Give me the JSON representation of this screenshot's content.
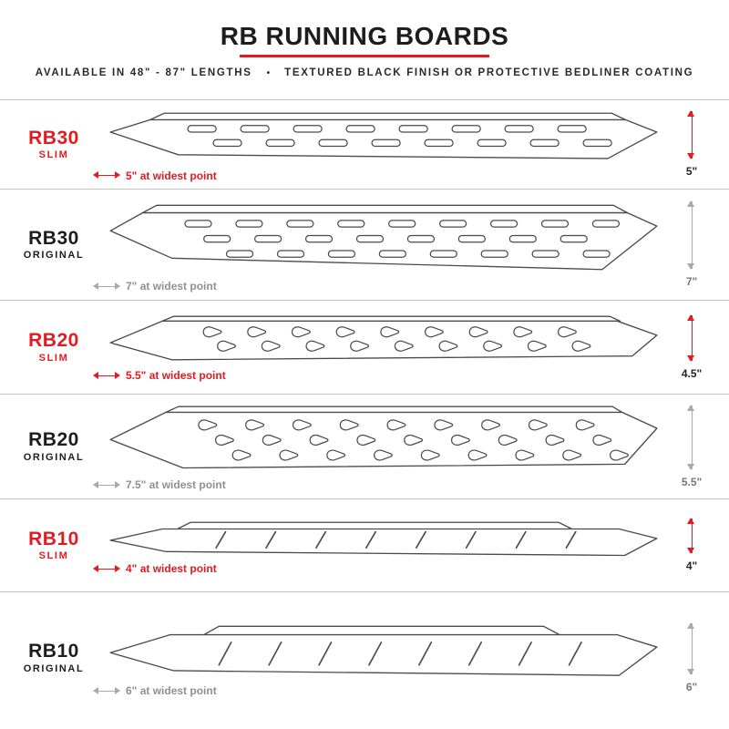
{
  "header": {
    "title": "RB RUNNING BOARDS",
    "availability": "AVAILABLE IN 48\" - 87\" LENGTHS",
    "separator": "•",
    "finish": "TEXTURED BLACK FINISH OR PROTECTIVE BEDLINER COATING"
  },
  "colors": {
    "accent_red": "#e11b22",
    "text_dark": "#1d1d1f",
    "measure_gray": "#8f9092",
    "outline_gray": "#4b4b4d",
    "divider_gray": "#c4c4c4"
  },
  "boards": [
    {
      "model": "RB30",
      "variant": "SLIM",
      "width_note": "5\" at widest point",
      "height_note": "5\""
    },
    {
      "model": "RB30",
      "variant": "ORIGINAL",
      "width_note": "7\" at widest point",
      "height_note": "7\""
    },
    {
      "model": "RB20",
      "variant": "SLIM",
      "width_note": "5.5\" at widest point",
      "height_note": "4.5\""
    },
    {
      "model": "RB20",
      "variant": "ORIGINAL",
      "width_note": "7.5\" at widest point",
      "height_note": "5.5\""
    },
    {
      "model": "RB10",
      "variant": "SLIM",
      "width_note": "4\" at widest point",
      "height_note": "4\""
    },
    {
      "model": "RB10",
      "variant": "ORIGINAL",
      "width_note": "6\" at widest point",
      "height_note": "6\""
    }
  ]
}
